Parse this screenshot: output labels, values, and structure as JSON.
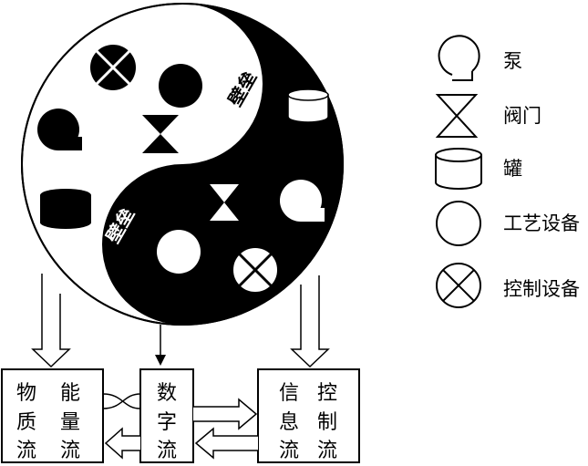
{
  "taiji": {
    "wall_label_upper": "壁垒",
    "wall_label_lower": "壁垒"
  },
  "legend": [
    {
      "icon": "pump-icon",
      "label": "泵"
    },
    {
      "icon": "valve-icon",
      "label": "阀门"
    },
    {
      "icon": "tank-icon",
      "label": "罐"
    },
    {
      "icon": "process-equipment-icon",
      "label": "工艺设备"
    },
    {
      "icon": "control-equipment-icon",
      "label": "控制设备"
    }
  ],
  "boxes": {
    "material_energy": {
      "chars": [
        "物",
        "能",
        "质",
        "量",
        "流",
        "流"
      ]
    },
    "digital": {
      "chars": [
        "数",
        "字",
        "流"
      ]
    },
    "info_control": {
      "chars": [
        "信",
        "控",
        "息",
        "制",
        "流",
        "流"
      ]
    }
  },
  "colors": {
    "ink": "#000000",
    "paper": "#ffffff"
  }
}
